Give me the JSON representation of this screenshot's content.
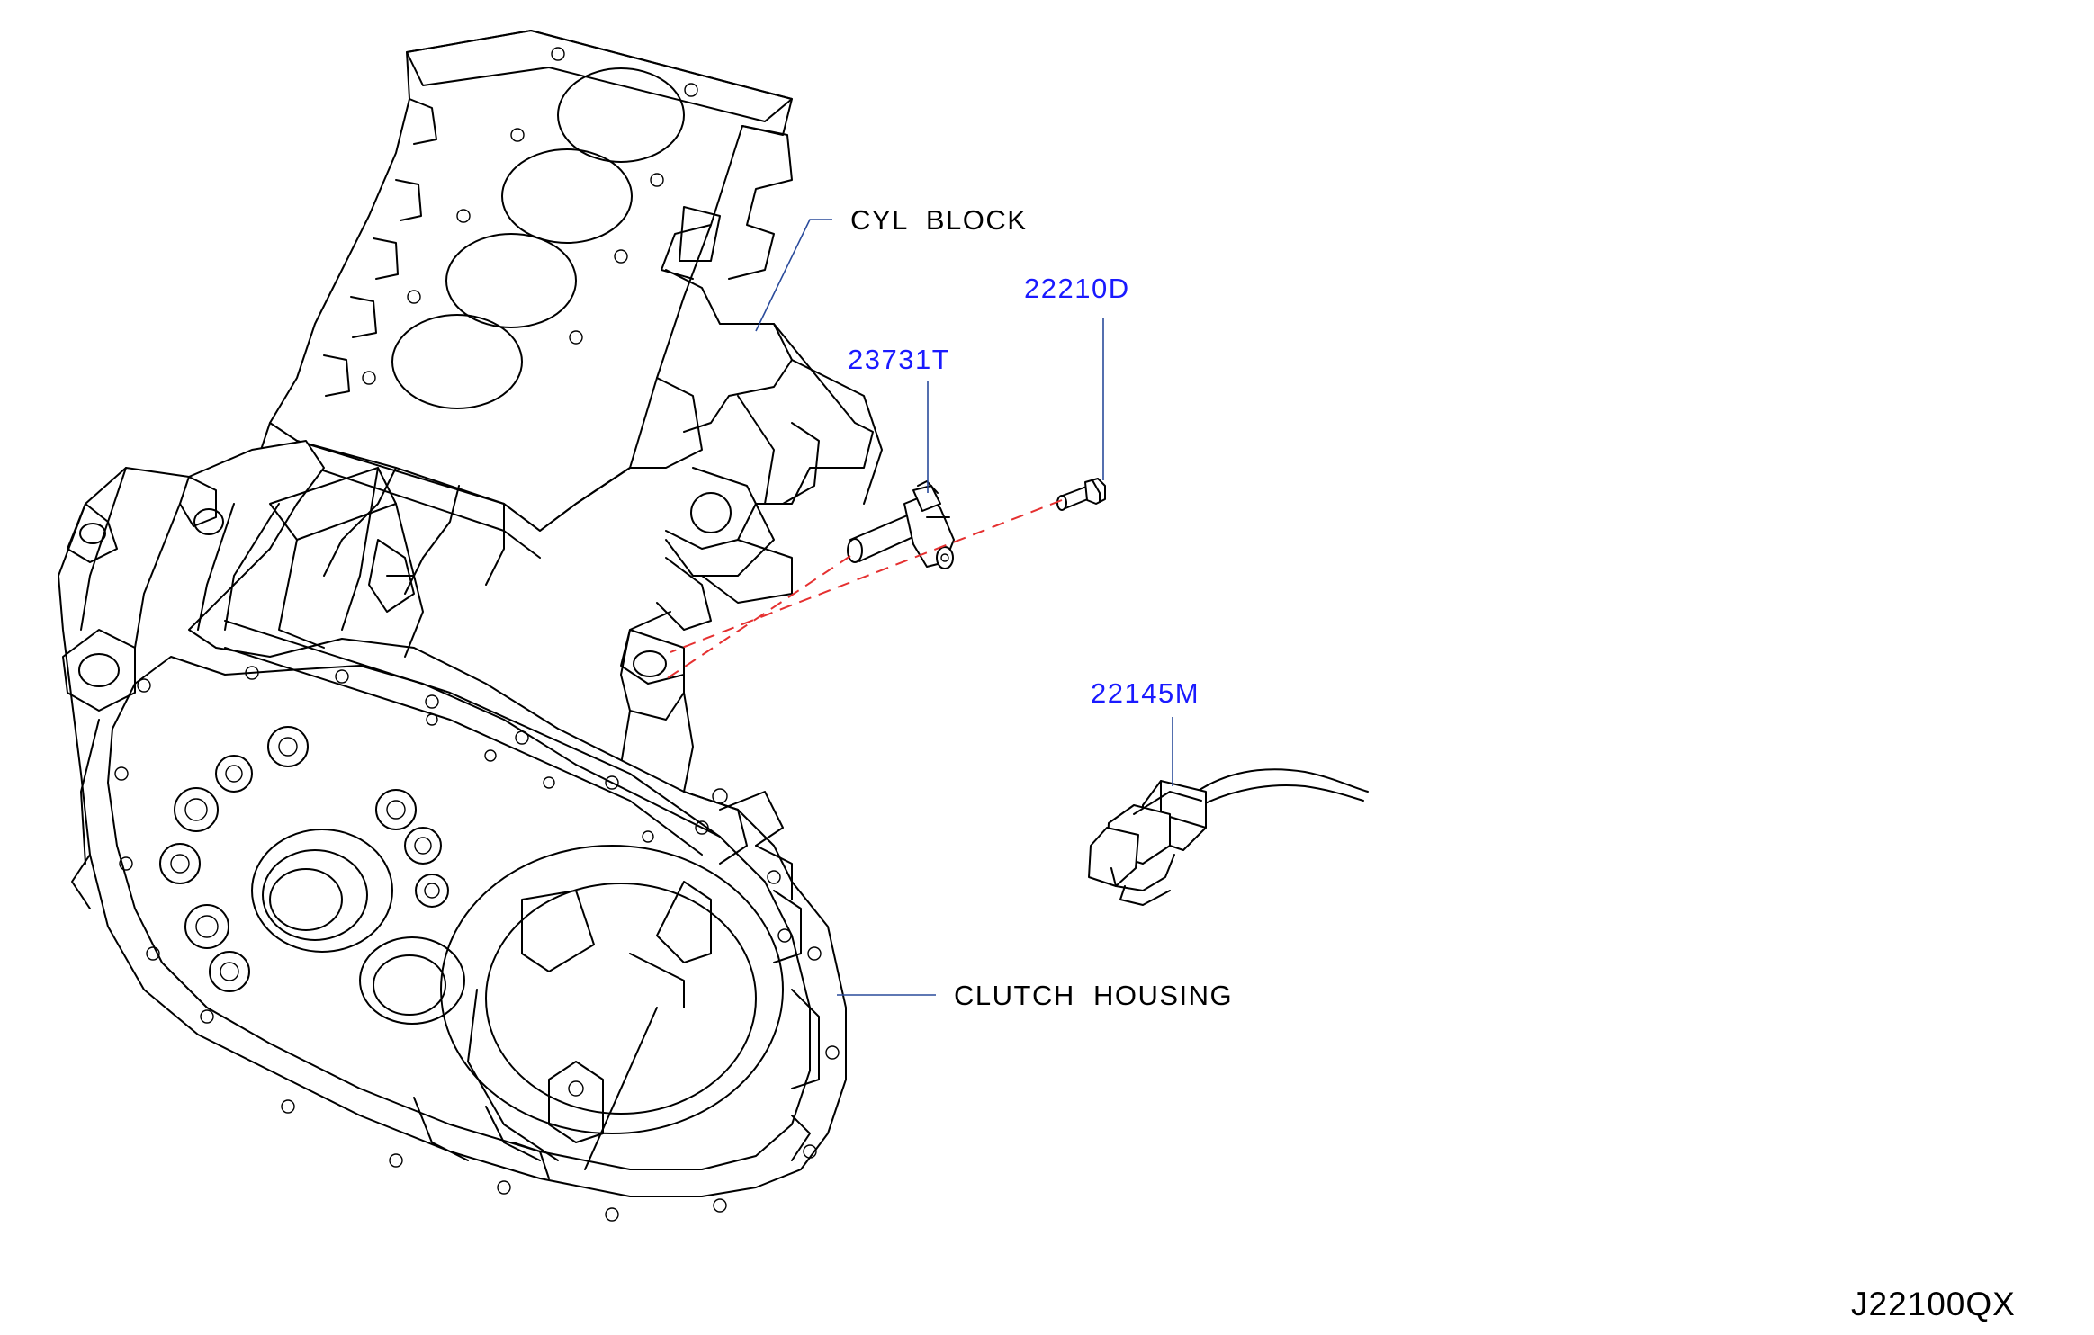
{
  "labels": {
    "cyl_block": "CYL  BLOCK",
    "clutch_housing": "CLUTCH  HOUSING"
  },
  "parts": [
    {
      "id": "p1",
      "number": "22210D",
      "color": "#1a1aff"
    },
    {
      "id": "p2",
      "number": "23731T",
      "color": "#1a1aff"
    },
    {
      "id": "p3",
      "number": "22145M",
      "color": "#1a1aff"
    }
  ],
  "diagram_code": "J22100QX",
  "colors": {
    "line_art": "#000000",
    "leader_line": "#2a4b9b",
    "install_path": "#e53030",
    "part_number": "#1a1aff"
  }
}
